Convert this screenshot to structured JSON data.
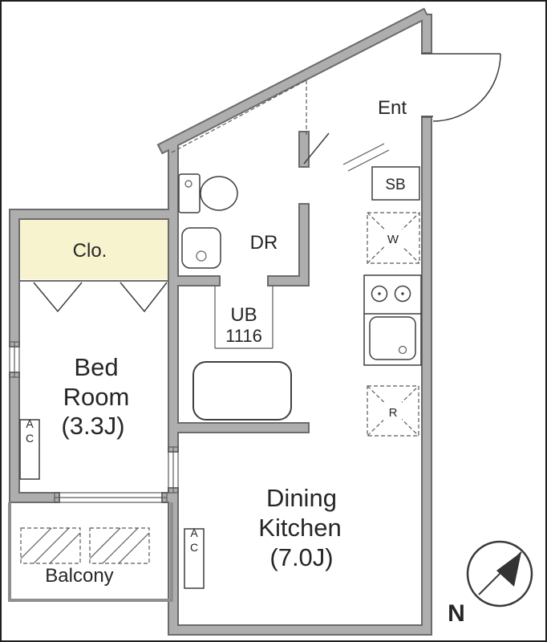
{
  "floorplan": {
    "rooms": {
      "ent": "Ent",
      "sb": "SB",
      "dr": "DR",
      "ub1": "UB",
      "ub2": "1116",
      "closet": "Clo.",
      "bed1": "Bed",
      "bed2": "Room",
      "bed_size": "(3.3J)",
      "dk1": "Dining",
      "dk2": "Kitchen",
      "dk_size": "(7.0J)",
      "balcony": "Balcony"
    },
    "fixtures": {
      "washer": "W",
      "fridge": "R",
      "ac_bedroom": "AC",
      "ac_dining": "AC"
    },
    "compass": {
      "north": "N"
    },
    "colors": {
      "wall_edge": "#6b6b6b",
      "wall_fill": "#aeaeae",
      "highlight": "#f7f3cf",
      "line": "#3f3f3f"
    }
  }
}
